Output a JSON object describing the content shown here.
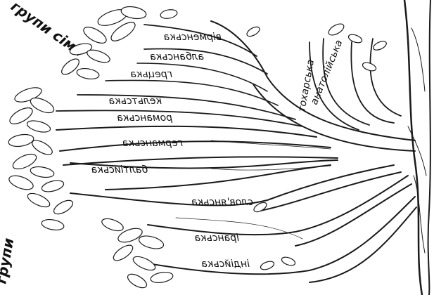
{
  "title": "групи сім'ї",
  "branches": {
    "virmenska": "вірменська",
    "albanska": "албанська",
    "hretska": "грецька",
    "keltska": "кельтська",
    "romanska": "романська",
    "hermanska": "германська",
    "baltiiska": "балтійська",
    "slovianska": "слов'янська",
    "iranska": "іранська",
    "indiiska": "індійська",
    "tokharska": "тохарська",
    "anatoliiska": "анатолійська"
  },
  "colors": {
    "ink": "#1a1a1a",
    "paper": "#ffffff"
  },
  "style": "pencil sketch of a language family tree, text rendered mirrored"
}
